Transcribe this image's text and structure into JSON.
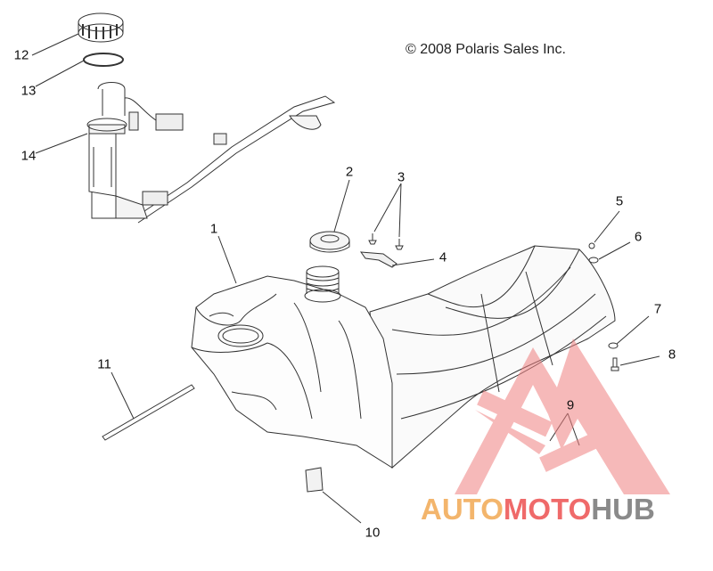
{
  "diagram": {
    "copyright": "© 2008 Polaris Sales Inc.",
    "callouts": [
      {
        "id": "1",
        "label": "1"
      },
      {
        "id": "2",
        "label": "2"
      },
      {
        "id": "3",
        "label": "3"
      },
      {
        "id": "4",
        "label": "4"
      },
      {
        "id": "5",
        "label": "5"
      },
      {
        "id": "6",
        "label": "6"
      },
      {
        "id": "7",
        "label": "7"
      },
      {
        "id": "8",
        "label": "8"
      },
      {
        "id": "9",
        "label": "9"
      },
      {
        "id": "10",
        "label": "10"
      },
      {
        "id": "11",
        "label": "11"
      },
      {
        "id": "12",
        "label": "12"
      },
      {
        "id": "13",
        "label": "13"
      },
      {
        "id": "14",
        "label": "14"
      }
    ]
  },
  "watermark": {
    "part1": "AUTO",
    "part2": "MOTO",
    "part3": "HUB",
    "colors": {
      "auto": "#f3b56c",
      "moto": "#ef6a6a",
      "hub": "#8a8a8a",
      "triangle": "#ef8080"
    }
  }
}
